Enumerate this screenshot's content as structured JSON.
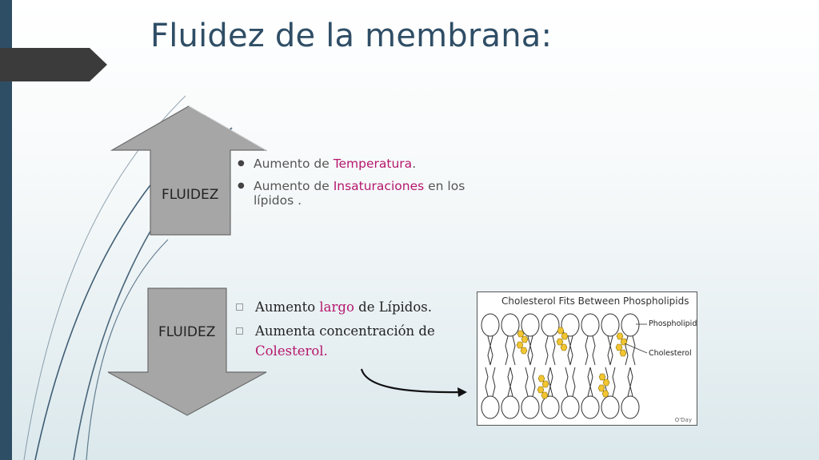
{
  "slide": {
    "title": "Fluidez de la membrana:"
  },
  "colors": {
    "accent": "#b5176c",
    "title": "#2f4e66",
    "bar": "#2e4e66",
    "arrow_fill": "#a6a6a6"
  },
  "arrow_up": {
    "label": "FLUIDEZ"
  },
  "arrow_down": {
    "label": "FLUIDEZ"
  },
  "bullets_up": [
    {
      "pre": "Aumento de ",
      "highlight": "Temperatura",
      "post": "."
    },
    {
      "pre": "Aumento de ",
      "highlight": "Insaturaciones",
      "post": " en los lípidos ."
    }
  ],
  "bullets_down": [
    {
      "pre": "Aumento ",
      "highlight": "largo",
      "post": " de Lípidos."
    },
    {
      "pre": "Aumenta concentración de ",
      "highlight": "Colesterol.",
      "post": ""
    }
  ],
  "figure": {
    "title": "Cholesterol Fits Between Phospholipids",
    "label_phospholipid": "Phospholipid",
    "label_cholesterol": "Cholesterol",
    "credit": "O'Day"
  }
}
